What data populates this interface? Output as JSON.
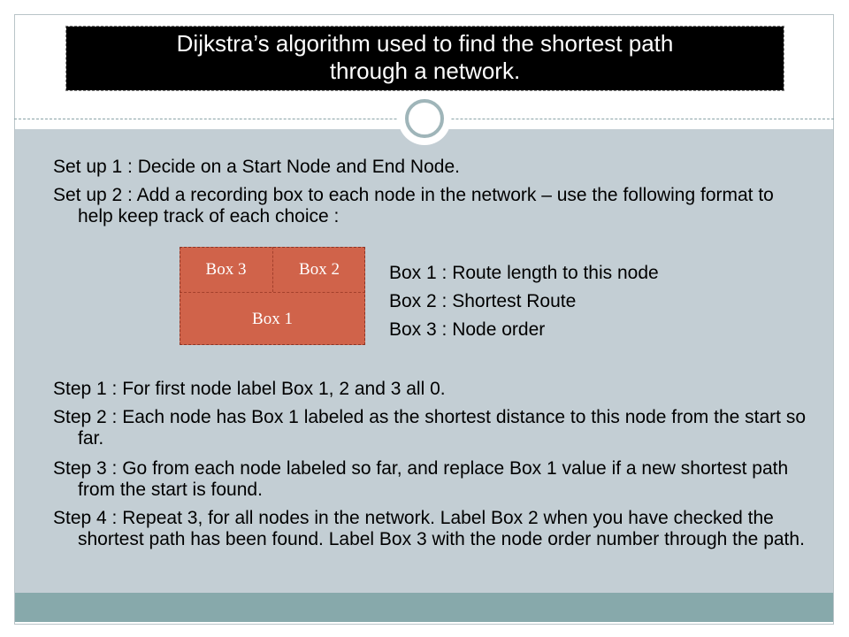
{
  "title": {
    "line1": "Dijkstra’s algorithm used to find the shortest path",
    "line2": "through a network."
  },
  "setup": {
    "line1": "Set up 1 : Decide on a Start Node and End Node.",
    "line2": "Set up 2 : Add a recording box to each node in the network – use the following format to help keep track of each choice :"
  },
  "box_diagram": {
    "box3": "Box 3",
    "box2": "Box 2",
    "box1": "Box 1"
  },
  "legend": {
    "box1": "Box 1 : Route length to this node",
    "box2": "Box 2 : Shortest Route",
    "box3": "Box 3 : Node order"
  },
  "steps": {
    "step1": "Step 1 : For first node label Box 1, 2 and 3 all 0.",
    "step2": "Step 2 : Each node has Box 1 labeled as the shortest distance to this node from the start so far.",
    "step3": "Step 3 : Go from each node labeled so far, and replace Box 1 value if a new shortest path from the start is found.",
    "step4": "Step 4 : Repeat 3, for all nodes in the network. Label Box 2 when you have checked the shortest path has been found. Label Box 3 with the node order number through the path."
  },
  "colors": {
    "title_bg": "#000000",
    "panel_bg": "#c3ced4",
    "footer_band": "#87a9ab",
    "box_fill": "#d0634a"
  }
}
